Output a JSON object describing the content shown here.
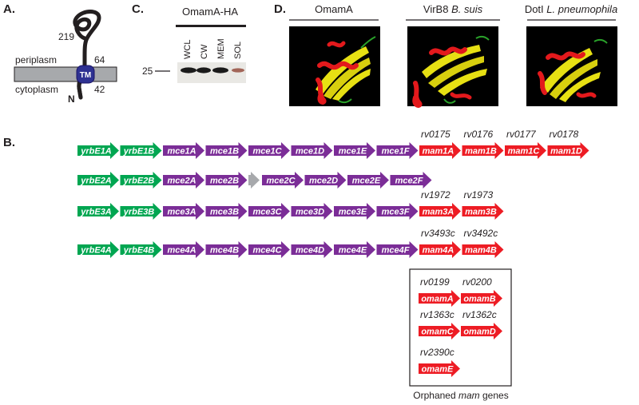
{
  "panels": {
    "a": {
      "label": "A.",
      "numbers": [
        "219",
        "64",
        "42"
      ],
      "tm_label": "TM",
      "n_label": "N",
      "periplasm": "periplasm",
      "cytoplasm": "cytoplasm"
    },
    "c": {
      "label": "C.",
      "title": "OmamA-HA",
      "lanes": [
        "WCL",
        "CW",
        "MEM",
        "SOL"
      ],
      "marker": "25"
    },
    "d": {
      "label": "D.",
      "structures": [
        {
          "name": "OmamA",
          "species": ""
        },
        {
          "name": "VirB8",
          "species": "B. suis"
        },
        {
          "name": "DotI",
          "species": "L. pneumophila"
        }
      ]
    },
    "b": {
      "label": "B.",
      "colors": {
        "yrb": "#00a651",
        "mce": "#7b2d97",
        "mam": "#ed1c24",
        "gray": "#a7a9ac"
      },
      "rows": [
        {
          "genes": [
            {
              "name": "yrbE1A",
              "cat": "yrb"
            },
            {
              "name": "yrbE1B",
              "cat": "yrb"
            },
            {
              "name": "mce1A",
              "cat": "mce"
            },
            {
              "name": "mce1B",
              "cat": "mce"
            },
            {
              "name": "mce1C",
              "cat": "mce"
            },
            {
              "name": "mce1D",
              "cat": "mce"
            },
            {
              "name": "mce1E",
              "cat": "mce"
            },
            {
              "name": "mce1F",
              "cat": "mce"
            },
            {
              "name": "mam1A",
              "cat": "mam",
              "rv": "rv0175"
            },
            {
              "name": "mam1B",
              "cat": "mam",
              "rv": "rv0176"
            },
            {
              "name": "mam1C",
              "cat": "mam",
              "rv": "rv0177"
            },
            {
              "name": "mam1D",
              "cat": "mam",
              "rv": "rv0178"
            }
          ]
        },
        {
          "genes": [
            {
              "name": "yrbE2A",
              "cat": "yrb"
            },
            {
              "name": "yrbE2B",
              "cat": "yrb"
            },
            {
              "name": "mce2A",
              "cat": "mce"
            },
            {
              "name": "mce2B",
              "cat": "mce"
            },
            {
              "name": "",
              "cat": "gray"
            },
            {
              "name": "mce2C",
              "cat": "mce"
            },
            {
              "name": "mce2D",
              "cat": "mce"
            },
            {
              "name": "mce2E",
              "cat": "mce"
            },
            {
              "name": "mce2F",
              "cat": "mce"
            }
          ]
        },
        {
          "genes": [
            {
              "name": "yrbE3A",
              "cat": "yrb"
            },
            {
              "name": "yrbE3B",
              "cat": "yrb"
            },
            {
              "name": "mce3A",
              "cat": "mce"
            },
            {
              "name": "mce3B",
              "cat": "mce"
            },
            {
              "name": "mce3C",
              "cat": "mce"
            },
            {
              "name": "mce3D",
              "cat": "mce"
            },
            {
              "name": "mce3E",
              "cat": "mce"
            },
            {
              "name": "mce3F",
              "cat": "mce"
            },
            {
              "name": "mam3A",
              "cat": "mam",
              "rv": "rv1972"
            },
            {
              "name": "mam3B",
              "cat": "mam",
              "rv": "rv1973"
            }
          ]
        },
        {
          "genes": [
            {
              "name": "yrbE4A",
              "cat": "yrb"
            },
            {
              "name": "yrbE4B",
              "cat": "yrb"
            },
            {
              "name": "mce4A",
              "cat": "mce"
            },
            {
              "name": "mce4B",
              "cat": "mce"
            },
            {
              "name": "mce4C",
              "cat": "mce"
            },
            {
              "name": "mce4D",
              "cat": "mce"
            },
            {
              "name": "mce4E",
              "cat": "mce"
            },
            {
              "name": "mce4F",
              "cat": "mce"
            },
            {
              "name": "mam4A",
              "cat": "mam",
              "rv": "rv3493c"
            },
            {
              "name": "mam4B",
              "cat": "mam",
              "rv": "rv3492c"
            }
          ]
        }
      ],
      "orphans": [
        {
          "name": "omamA",
          "rv": "rv0199"
        },
        {
          "name": "omamB",
          "rv": "rv0200"
        },
        {
          "name": "omamC",
          "rv": "rv1363c"
        },
        {
          "name": "omamD",
          "rv": "rv1362c"
        },
        {
          "name": "omamE",
          "rv": "rv2390c"
        }
      ],
      "orphan_caption_1": "Orphaned ",
      "orphan_caption_2": "mam",
      "orphan_caption_3": " genes"
    }
  }
}
